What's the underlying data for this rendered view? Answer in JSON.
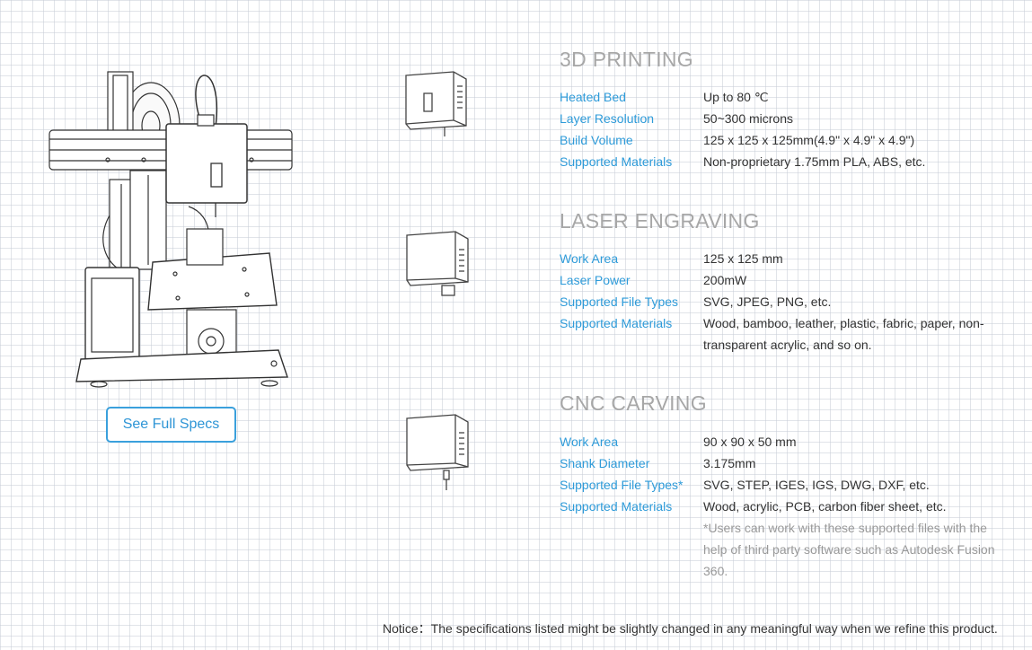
{
  "button": {
    "label": "See Full Specs"
  },
  "sections": [
    {
      "title": "3D PRINTING",
      "rows": [
        {
          "key": "Heated Bed",
          "value": "Up to 80 ℃"
        },
        {
          "key": "Layer Resolution",
          "value": "50~300 microns"
        },
        {
          "key": "Build Volume",
          "value": "125 x 125 x 125mm(4.9\" x 4.9\" x 4.9\")"
        },
        {
          "key": "Supported Materials",
          "value": "Non-proprietary 1.75mm PLA, ABS, etc."
        }
      ]
    },
    {
      "title": "LASER ENGRAVING",
      "rows": [
        {
          "key": "Work Area",
          "value": "125 x 125 mm"
        },
        {
          "key": "Laser Power",
          "value": "200mW"
        },
        {
          "key": "Supported File Types",
          "value": "SVG, JPEG, PNG, etc."
        },
        {
          "key": "Supported Materials",
          "value": "Wood, bamboo, leather, plastic, fabric, paper, non-transparent acrylic, and so on."
        }
      ]
    },
    {
      "title": "CNC CARVING",
      "rows": [
        {
          "key": "Work Area",
          "value": "90 x 90 x 50 mm"
        },
        {
          "key": "Shank Diameter",
          "value": "3.175mm"
        },
        {
          "key": "Supported File Types*",
          "value": "SVG, STEP, IGES, IGS, DWG, DXF, etc."
        },
        {
          "key": "Supported Materials",
          "value": "Wood, acrylic, PCB, carbon fiber sheet, etc."
        }
      ],
      "footnote": "*Users can work with these supported files with the help of third party software such as Autodesk Fusion 360."
    }
  ],
  "notice": "Notice：The specifications listed might be slightly changed in any meaningful way when we refine this product.",
  "colors": {
    "accent": "#2e9bd9",
    "title": "#a7a7a7",
    "text": "#333333",
    "muted": "#999999"
  },
  "icons": {
    "machine": "3d-printer-illustration",
    "print_head": "3d-printing-module-icon",
    "laser_head": "laser-module-icon",
    "cnc_head": "cnc-module-icon"
  }
}
